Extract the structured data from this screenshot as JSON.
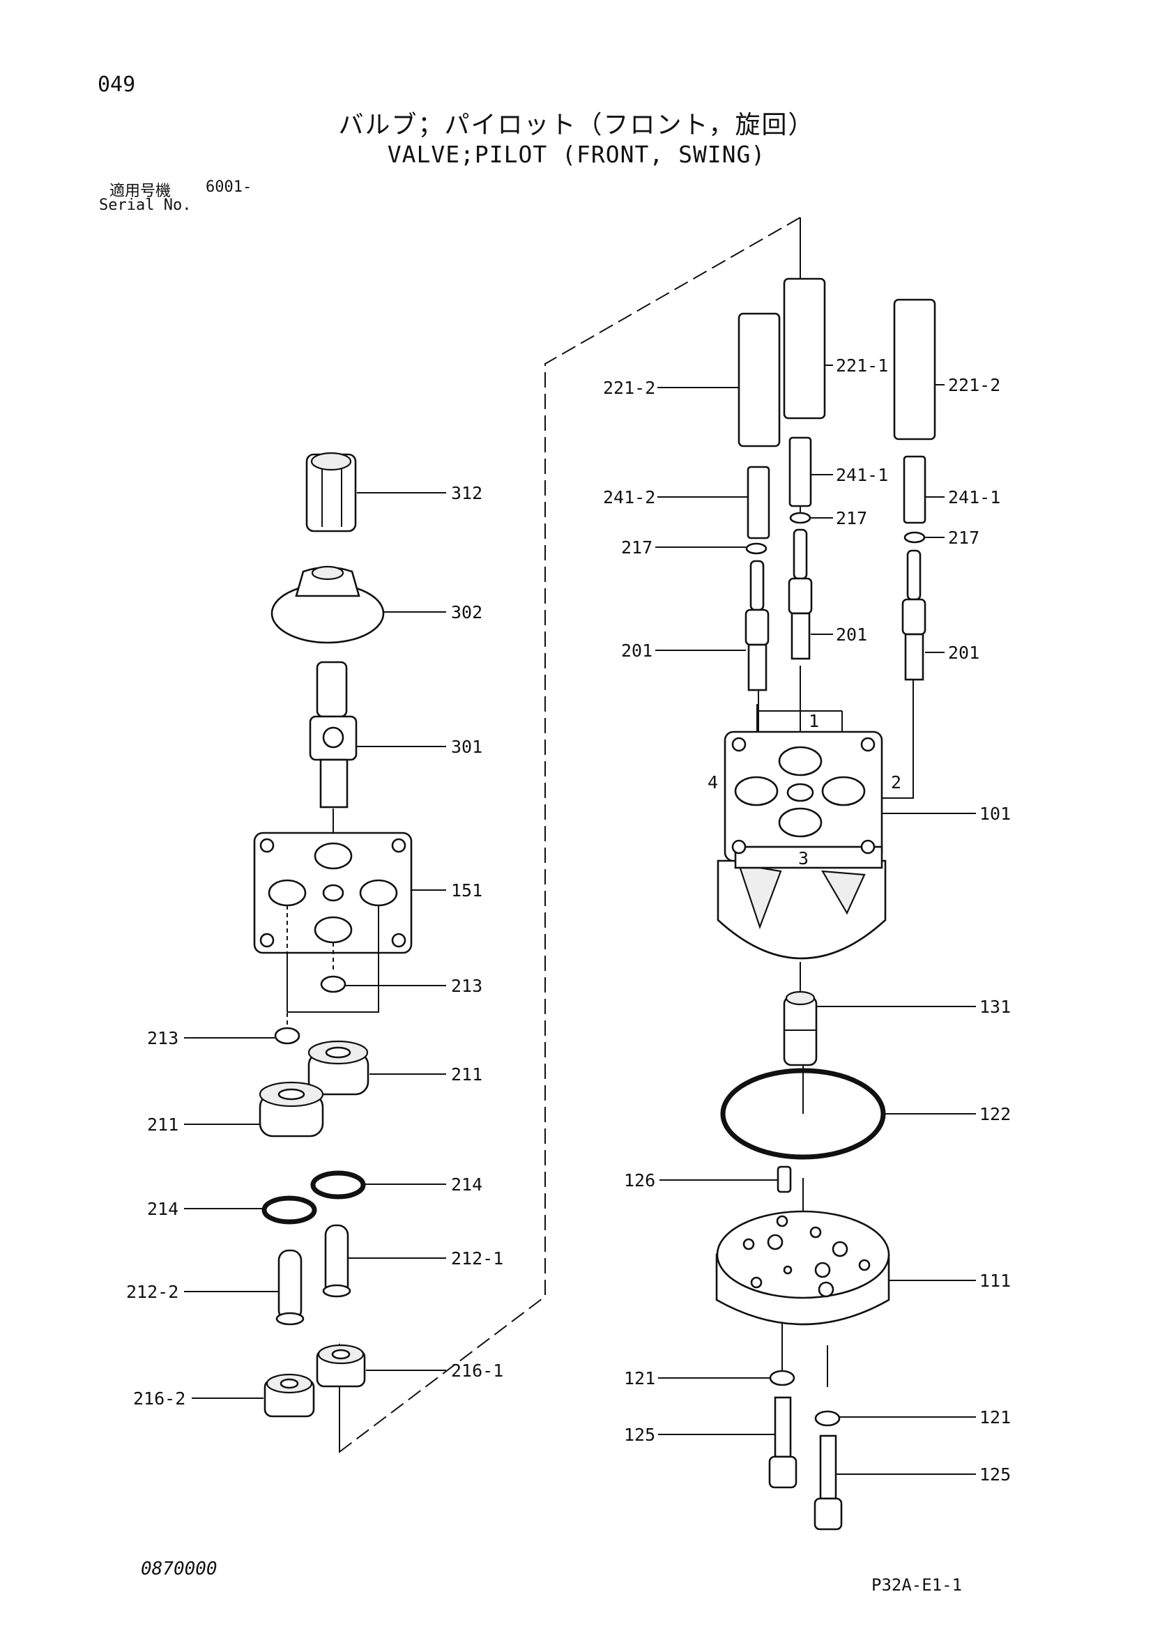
{
  "header": {
    "page_number": "049",
    "title_jp": "バルブ；パイロット（フロント，旋回）",
    "title_en": "VALVE;PILOT (FRONT, SWING)",
    "serial_label_jp": "適用号機",
    "serial_value": "6001-",
    "serial_label_en": "Serial No."
  },
  "footer": {
    "doc_code": "0870000",
    "page_ref": "P32A-E1-1"
  },
  "callouts": {
    "c312": "312",
    "c302": "302",
    "c301": "301",
    "c151": "151",
    "c213a": "213",
    "c213b": "213",
    "c211a": "211",
    "c211b": "211",
    "c214a": "214",
    "c214b": "214",
    "c212_1": "212-1",
    "c212_2": "212-2",
    "c216_1": "216-1",
    "c216_2": "216-2",
    "c221_2l": "221-2",
    "c221_1": "221-1",
    "c221_2r": "221-2",
    "c241_2": "241-2",
    "c241_1a": "241-1",
    "c241_1b": "241-1",
    "c217a": "217",
    "c217b": "217",
    "c217c": "217",
    "c201a": "201",
    "c201b": "201",
    "c201c": "201",
    "c101": "101",
    "c131": "131",
    "c122": "122",
    "c126": "126",
    "c111": "111",
    "c121a": "121",
    "c121b": "121",
    "c125a": "125",
    "c125b": "125"
  },
  "port_numbers": {
    "p1": "1",
    "p2": "2",
    "p3": "3",
    "p4": "4"
  }
}
